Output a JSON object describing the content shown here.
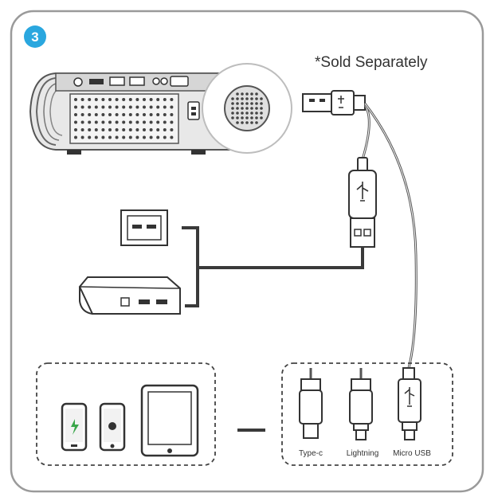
{
  "step": {
    "number": "3",
    "color": "#2aa7df"
  },
  "note": "*Sold Separately",
  "connectors": [
    {
      "label": "Type-c"
    },
    {
      "label": "Lightning"
    },
    {
      "label": "Micro USB"
    }
  ],
  "colors": {
    "line": "#3a3a3a",
    "frame": "#9a9a9a",
    "device": "#e9e9e9"
  }
}
